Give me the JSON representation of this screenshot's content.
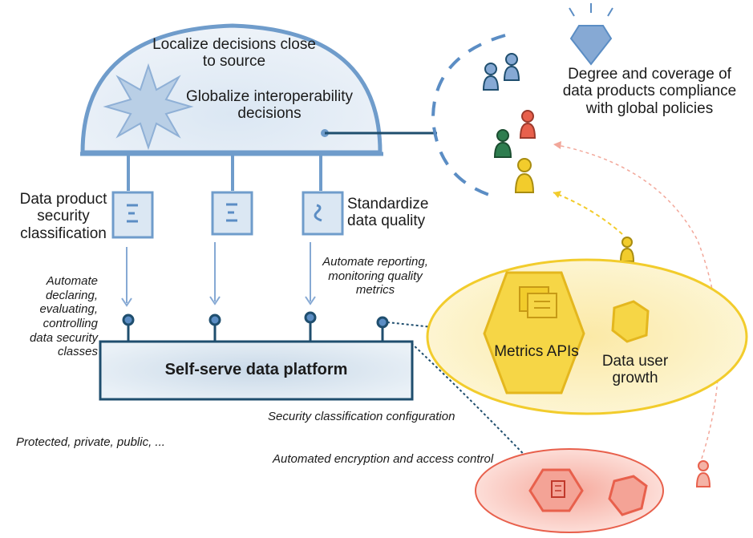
{
  "governance": {
    "line1": "Localize decisions close",
    "line2": "to source",
    "line3": "Globalize interoperability",
    "line4": "decisions"
  },
  "compliance": {
    "line1": "Degree and coverage of",
    "line2": "data products compliance",
    "line3": "with global policies"
  },
  "policies": {
    "security_1": "Data product",
    "security_2": "security",
    "security_3": "classification",
    "quality_1": "Standardize",
    "quality_2": "data quality"
  },
  "automation": {
    "left_1": "Automate",
    "left_2": "declaring,",
    "left_3": "evaluating,",
    "left_4": "controlling",
    "left_5": "data security",
    "left_6": "classes",
    "right_1": "Automate reporting,",
    "right_2": "monitoring quality",
    "right_3": "metrics"
  },
  "platform": {
    "label": "Self-serve data platform"
  },
  "metrics": {
    "api": "Metrics APIs",
    "growth_1": "Data user",
    "growth_2": "growth"
  },
  "notes": {
    "config": "Security classification configuration",
    "examples": "Protected, private, public, ...",
    "encryption": "Automated encryption and access control"
  },
  "colors": {
    "blue": "#5b8dc4",
    "navy": "#1f4e6e",
    "yellow": "#f2cc2c",
    "red": "#e8604c",
    "green": "#2e7d4f"
  }
}
